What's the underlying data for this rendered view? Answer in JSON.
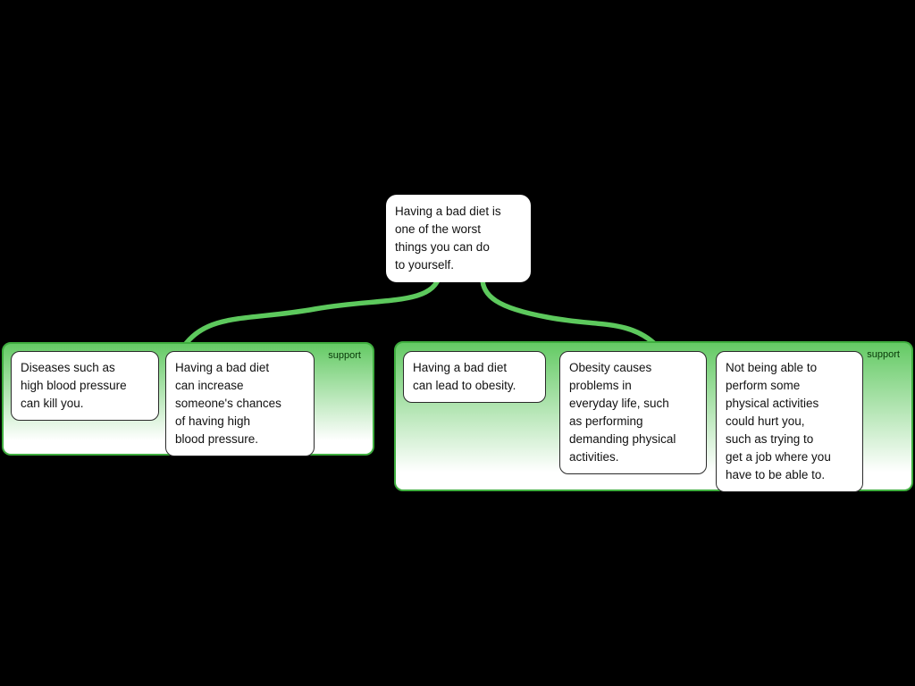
{
  "diagram": {
    "root": {
      "text": "Having a bad diet is\none of the worst\nthings you can do\nto yourself."
    },
    "groups": [
      {
        "label": "support",
        "boxes": [
          {
            "text": "Diseases such as\nhigh blood pressure\ncan kill you."
          },
          {
            "text": "Having a bad diet\ncan increase\nsomeone's chances\nof having high\nblood pressure."
          }
        ]
      },
      {
        "label": "support",
        "boxes": [
          {
            "text": "Having a bad diet\ncan lead to obesity."
          },
          {
            "text": "Obesity causes\nproblems in\neveryday life, such\nas performing\ndemanding physical\nactivities."
          },
          {
            "text": "Not being able to\nperform some\nphysical activities\ncould hurt you,\nsuch as trying to\nget a job where you\nhave to be able to."
          }
        ]
      }
    ],
    "colors": {
      "background": "#000000",
      "edge": "#5dc95d",
      "container_top": "#64ca64",
      "container_border": "#3fae3f"
    }
  }
}
